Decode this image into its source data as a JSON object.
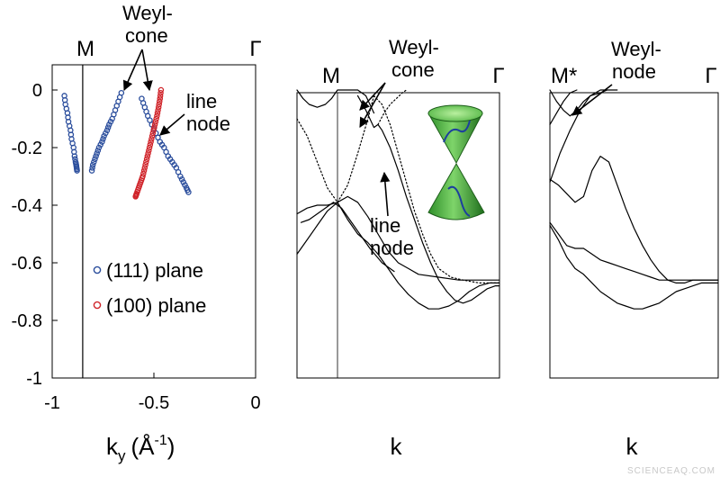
{
  "watermark": "SCIENCEAQ.COM",
  "chart_data": [
    {
      "type": "scatter",
      "xlabel": "k",
      "xlabel_sub": "y",
      "xlabel_unit": "(Å",
      "xlabel_unit_sup": "-1",
      "xlabel_unit_close": ")",
      "xlim": [
        -1.0,
        0.0
      ],
      "ylim": [
        -1.0,
        0.1
      ],
      "xticks": [
        {
          "value": -1.0,
          "label": "-1"
        },
        {
          "value": -0.5,
          "label": "-0.5"
        },
        {
          "value": 0.0,
          "label": "0"
        }
      ],
      "yticks": [
        {
          "value": 0.0,
          "label": "0"
        },
        {
          "value": -0.2,
          "label": "-0.2"
        },
        {
          "value": -0.4,
          "label": "-0.4"
        },
        {
          "value": -0.6,
          "label": "-0.6"
        },
        {
          "value": -0.8,
          "label": "-0.8"
        },
        {
          "value": -1.0,
          "label": "-1"
        }
      ],
      "top_labels": [
        {
          "text": "M",
          "x": -0.85
        },
        {
          "text": "Γ",
          "x": 0.0
        }
      ],
      "vline_x": -0.85,
      "annotations": [
        {
          "id": "weyl-cone",
          "text": [
            "Weyl-",
            "cone"
          ],
          "tips": [
            [
              -0.64,
              -0.005
            ],
            [
              -0.525,
              -0.015
            ]
          ]
        },
        {
          "id": "line-node",
          "text": [
            "line",
            "node"
          ],
          "tips": [
            [
              -0.5,
              -0.18
            ]
          ]
        }
      ],
      "series": [
        {
          "name": "(111) plane",
          "marker": "open-circle",
          "color": "#2a4d9c",
          "curves": [
            {
              "x": [
                -0.94,
                -0.935,
                -0.925,
                -0.92,
                -0.91,
                -0.905,
                -0.895,
                -0.89,
                -0.885,
                -0.882,
                -0.88,
                -0.878
              ],
              "y": [
                -0.02,
                -0.05,
                -0.08,
                -0.11,
                -0.14,
                -0.17,
                -0.2,
                -0.23,
                -0.25,
                -0.26,
                -0.27,
                -0.28
              ]
            },
            {
              "x": [
                -0.66,
                -0.675,
                -0.69,
                -0.705,
                -0.72,
                -0.73,
                -0.745,
                -0.755,
                -0.77,
                -0.78,
                -0.79,
                -0.8,
                -0.805
              ],
              "y": [
                -0.01,
                -0.04,
                -0.07,
                -0.1,
                -0.12,
                -0.14,
                -0.16,
                -0.18,
                -0.2,
                -0.22,
                -0.24,
                -0.26,
                -0.28
              ]
            },
            {
              "x": [
                -0.56,
                -0.545,
                -0.53,
                -0.51,
                -0.49,
                -0.47,
                -0.45,
                -0.43,
                -0.41,
                -0.39,
                -0.37,
                -0.355,
                -0.34,
                -0.33
              ],
              "y": [
                -0.03,
                -0.06,
                -0.09,
                -0.12,
                -0.15,
                -0.18,
                -0.2,
                -0.23,
                -0.25,
                -0.27,
                -0.3,
                -0.32,
                -0.34,
                -0.355
              ]
            }
          ]
        },
        {
          "name": "(100) plane",
          "marker": "open-circle",
          "color": "#d0242a",
          "curves": [
            {
              "x": [
                -0.465,
                -0.47,
                -0.477,
                -0.485,
                -0.495,
                -0.505,
                -0.515,
                -0.525,
                -0.535,
                -0.545,
                -0.555,
                -0.565,
                -0.575,
                -0.585,
                -0.59
              ],
              "y": [
                0.0,
                -0.03,
                -0.06,
                -0.09,
                -0.12,
                -0.15,
                -0.18,
                -0.21,
                -0.24,
                -0.27,
                -0.3,
                -0.32,
                -0.34,
                -0.36,
                -0.37
              ]
            }
          ]
        }
      ]
    },
    {
      "type": "line",
      "xlabel": "k",
      "ylim": [
        -1.0,
        0.1
      ],
      "x_domain": [
        0.0,
        1.0
      ],
      "top_labels": [
        {
          "text": "M",
          "x": 0.2
        },
        {
          "text": "Γ",
          "x": 1.0
        }
      ],
      "vline_x": 0.2,
      "annotations": [
        {
          "id": "weyl-cone",
          "text": [
            "Weyl-",
            "cone"
          ],
          "tips": [
            [
              0.4,
              -0.06
            ]
          ]
        },
        {
          "id": "line-node",
          "text": [
            "line",
            "node"
          ],
          "tips": [
            [
              0.52,
              -0.27
            ]
          ]
        }
      ],
      "inset": "weyl-cone-illustration",
      "series": [
        {
          "style": "solid",
          "x": [
            0,
            0.03,
            0.06,
            0.1,
            0.14,
            0.17,
            0.2,
            0.23,
            0.26,
            0.3,
            0.34,
            0.38
          ],
          "y": [
            0.0,
            -0.03,
            -0.05,
            -0.06,
            -0.05,
            -0.03,
            0.0,
            0.0,
            0.0,
            0.0,
            -0.02,
            -0.08
          ]
        },
        {
          "style": "solid",
          "x": [
            0.3,
            0.34,
            0.38,
            0.4,
            0.42,
            0.46,
            0.5,
            0.54,
            0.58,
            0.62,
            0.66,
            0.7,
            0.74,
            0.78,
            0.82,
            0.86,
            0.9,
            0.94,
            0.98,
            1.0
          ],
          "y": [
            -0.02,
            -0.07,
            -0.13,
            -0.12,
            -0.14,
            -0.2,
            -0.28,
            -0.37,
            -0.45,
            -0.53,
            -0.6,
            -0.66,
            -0.7,
            -0.73,
            -0.74,
            -0.73,
            -0.71,
            -0.69,
            -0.68,
            -0.68
          ]
        },
        {
          "style": "dotted",
          "x": [
            0,
            0.05,
            0.1,
            0.15,
            0.2,
            0.25,
            0.3,
            0.35,
            0.38
          ],
          "y": [
            -0.1,
            -0.16,
            -0.25,
            -0.34,
            -0.39,
            -0.33,
            -0.22,
            -0.1,
            -0.02
          ]
        },
        {
          "style": "dotted",
          "x": [
            0.38,
            0.42,
            0.46,
            0.5,
            0.54,
            0.58,
            0.62,
            0.66,
            0.7,
            0.76,
            0.82,
            0.9,
            1.0
          ],
          "y": [
            -0.02,
            -0.05,
            -0.12,
            -0.22,
            -0.32,
            -0.42,
            -0.5,
            -0.57,
            -0.62,
            -0.65,
            -0.66,
            -0.67,
            -0.67
          ]
        },
        {
          "style": "dotted",
          "x": [
            0.4,
            0.43,
            0.46,
            0.49,
            0.52,
            0.54
          ],
          "y": [
            -0.12,
            -0.08,
            -0.05,
            -0.03,
            -0.01,
            0.0
          ]
        },
        {
          "style": "solid",
          "x": [
            0,
            0.05,
            0.1,
            0.15,
            0.2,
            0.25,
            0.3,
            0.35,
            0.4,
            0.45,
            0.5,
            0.55,
            0.6,
            0.7,
            0.8,
            0.9,
            1.0
          ],
          "y": [
            -0.57,
            -0.52,
            -0.47,
            -0.42,
            -0.39,
            -0.37,
            -0.39,
            -0.44,
            -0.5,
            -0.56,
            -0.6,
            -0.62,
            -0.64,
            -0.65,
            -0.66,
            -0.66,
            -0.66
          ]
        },
        {
          "style": "solid",
          "x": [
            0,
            0.05,
            0.1,
            0.15,
            0.2,
            0.25,
            0.3,
            0.35,
            0.4,
            0.45,
            0.5,
            0.55,
            0.6,
            0.65,
            0.7,
            0.75,
            0.8,
            0.85,
            0.9,
            0.95,
            1.0
          ],
          "y": [
            -0.43,
            -0.41,
            -0.4,
            -0.4,
            -0.39,
            -0.45,
            -0.5,
            -0.53,
            -0.57,
            -0.62,
            -0.67,
            -0.71,
            -0.74,
            -0.76,
            -0.76,
            -0.75,
            -0.73,
            -0.7,
            -0.68,
            -0.67,
            -0.67
          ]
        },
        {
          "style": "solid",
          "x": [
            0.02,
            0.06,
            0.1,
            0.14,
            0.18,
            0.22,
            0.26,
            0.3,
            0.36,
            0.42,
            0.48
          ],
          "y": [
            -0.46,
            -0.45,
            -0.43,
            -0.41,
            -0.39,
            -0.41,
            -0.45,
            -0.49,
            -0.55,
            -0.6,
            -0.63
          ]
        }
      ]
    },
    {
      "type": "line",
      "xlabel": "k",
      "ylim": [
        -1.0,
        0.1
      ],
      "x_domain": [
        0.0,
        1.0
      ],
      "top_labels": [
        {
          "text": "M*",
          "x": 0.06
        },
        {
          "text": "Γ",
          "x": 1.0
        }
      ],
      "annotations": [
        {
          "id": "weyl-node",
          "text": [
            "Weyl-",
            "node"
          ],
          "tips": [
            [
              0.13,
              -0.08
            ]
          ]
        }
      ],
      "series": [
        {
          "style": "solid",
          "x": [
            0,
            0.04,
            0.08,
            0.12,
            0.16,
            0.2,
            0.24,
            0.3,
            0.34
          ],
          "y": [
            0.0,
            -0.04,
            -0.07,
            -0.09,
            -0.07,
            -0.04,
            -0.02,
            -0.01,
            0.0
          ]
        },
        {
          "style": "solid",
          "x": [
            0,
            0.04,
            0.08,
            0.12,
            0.16
          ],
          "y": [
            -0.12,
            -0.08,
            -0.04,
            -0.01,
            0.0
          ]
        },
        {
          "style": "solid",
          "x": [
            0,
            0.06,
            0.12,
            0.18,
            0.24,
            0.3,
            0.36,
            0.4
          ],
          "y": [
            -0.32,
            -0.22,
            -0.14,
            -0.07,
            -0.02,
            0.0,
            0.0,
            0.0
          ]
        },
        {
          "style": "solid",
          "x": [
            0,
            0.05,
            0.1,
            0.15,
            0.2,
            0.25,
            0.3,
            0.35,
            0.4,
            0.45,
            0.5,
            0.55,
            0.6,
            0.65,
            0.7,
            0.75,
            0.8,
            0.85,
            0.9,
            0.95,
            1.0
          ],
          "y": [
            -0.31,
            -0.33,
            -0.36,
            -0.39,
            -0.37,
            -0.28,
            -0.23,
            -0.25,
            -0.33,
            -0.41,
            -0.48,
            -0.54,
            -0.59,
            -0.63,
            -0.66,
            -0.67,
            -0.67,
            -0.66,
            -0.66,
            -0.66,
            -0.66
          ]
        },
        {
          "style": "solid",
          "x": [
            0,
            0.05,
            0.1,
            0.15,
            0.2,
            0.25,
            0.3,
            0.35,
            0.4,
            0.45,
            0.5,
            0.55,
            0.6,
            0.65,
            0.7,
            0.75,
            0.8,
            0.85,
            0.9,
            0.95,
            1.0
          ],
          "y": [
            -0.46,
            -0.5,
            -0.54,
            -0.55,
            -0.55,
            -0.57,
            -0.59,
            -0.6,
            -0.61,
            -0.62,
            -0.63,
            -0.64,
            -0.65,
            -0.66,
            -0.66,
            -0.66,
            -0.66,
            -0.66,
            -0.66,
            -0.66,
            -0.66
          ]
        },
        {
          "style": "solid",
          "x": [
            0,
            0.05,
            0.1,
            0.15,
            0.2,
            0.25,
            0.3,
            0.35,
            0.4,
            0.45,
            0.5,
            0.55,
            0.6,
            0.65,
            0.7,
            0.75,
            0.8,
            0.85,
            0.9,
            0.95,
            1.0
          ],
          "y": [
            -0.47,
            -0.52,
            -0.58,
            -0.62,
            -0.64,
            -0.67,
            -0.7,
            -0.72,
            -0.74,
            -0.75,
            -0.76,
            -0.76,
            -0.75,
            -0.74,
            -0.72,
            -0.7,
            -0.69,
            -0.68,
            -0.67,
            -0.67,
            -0.67
          ]
        }
      ]
    }
  ]
}
